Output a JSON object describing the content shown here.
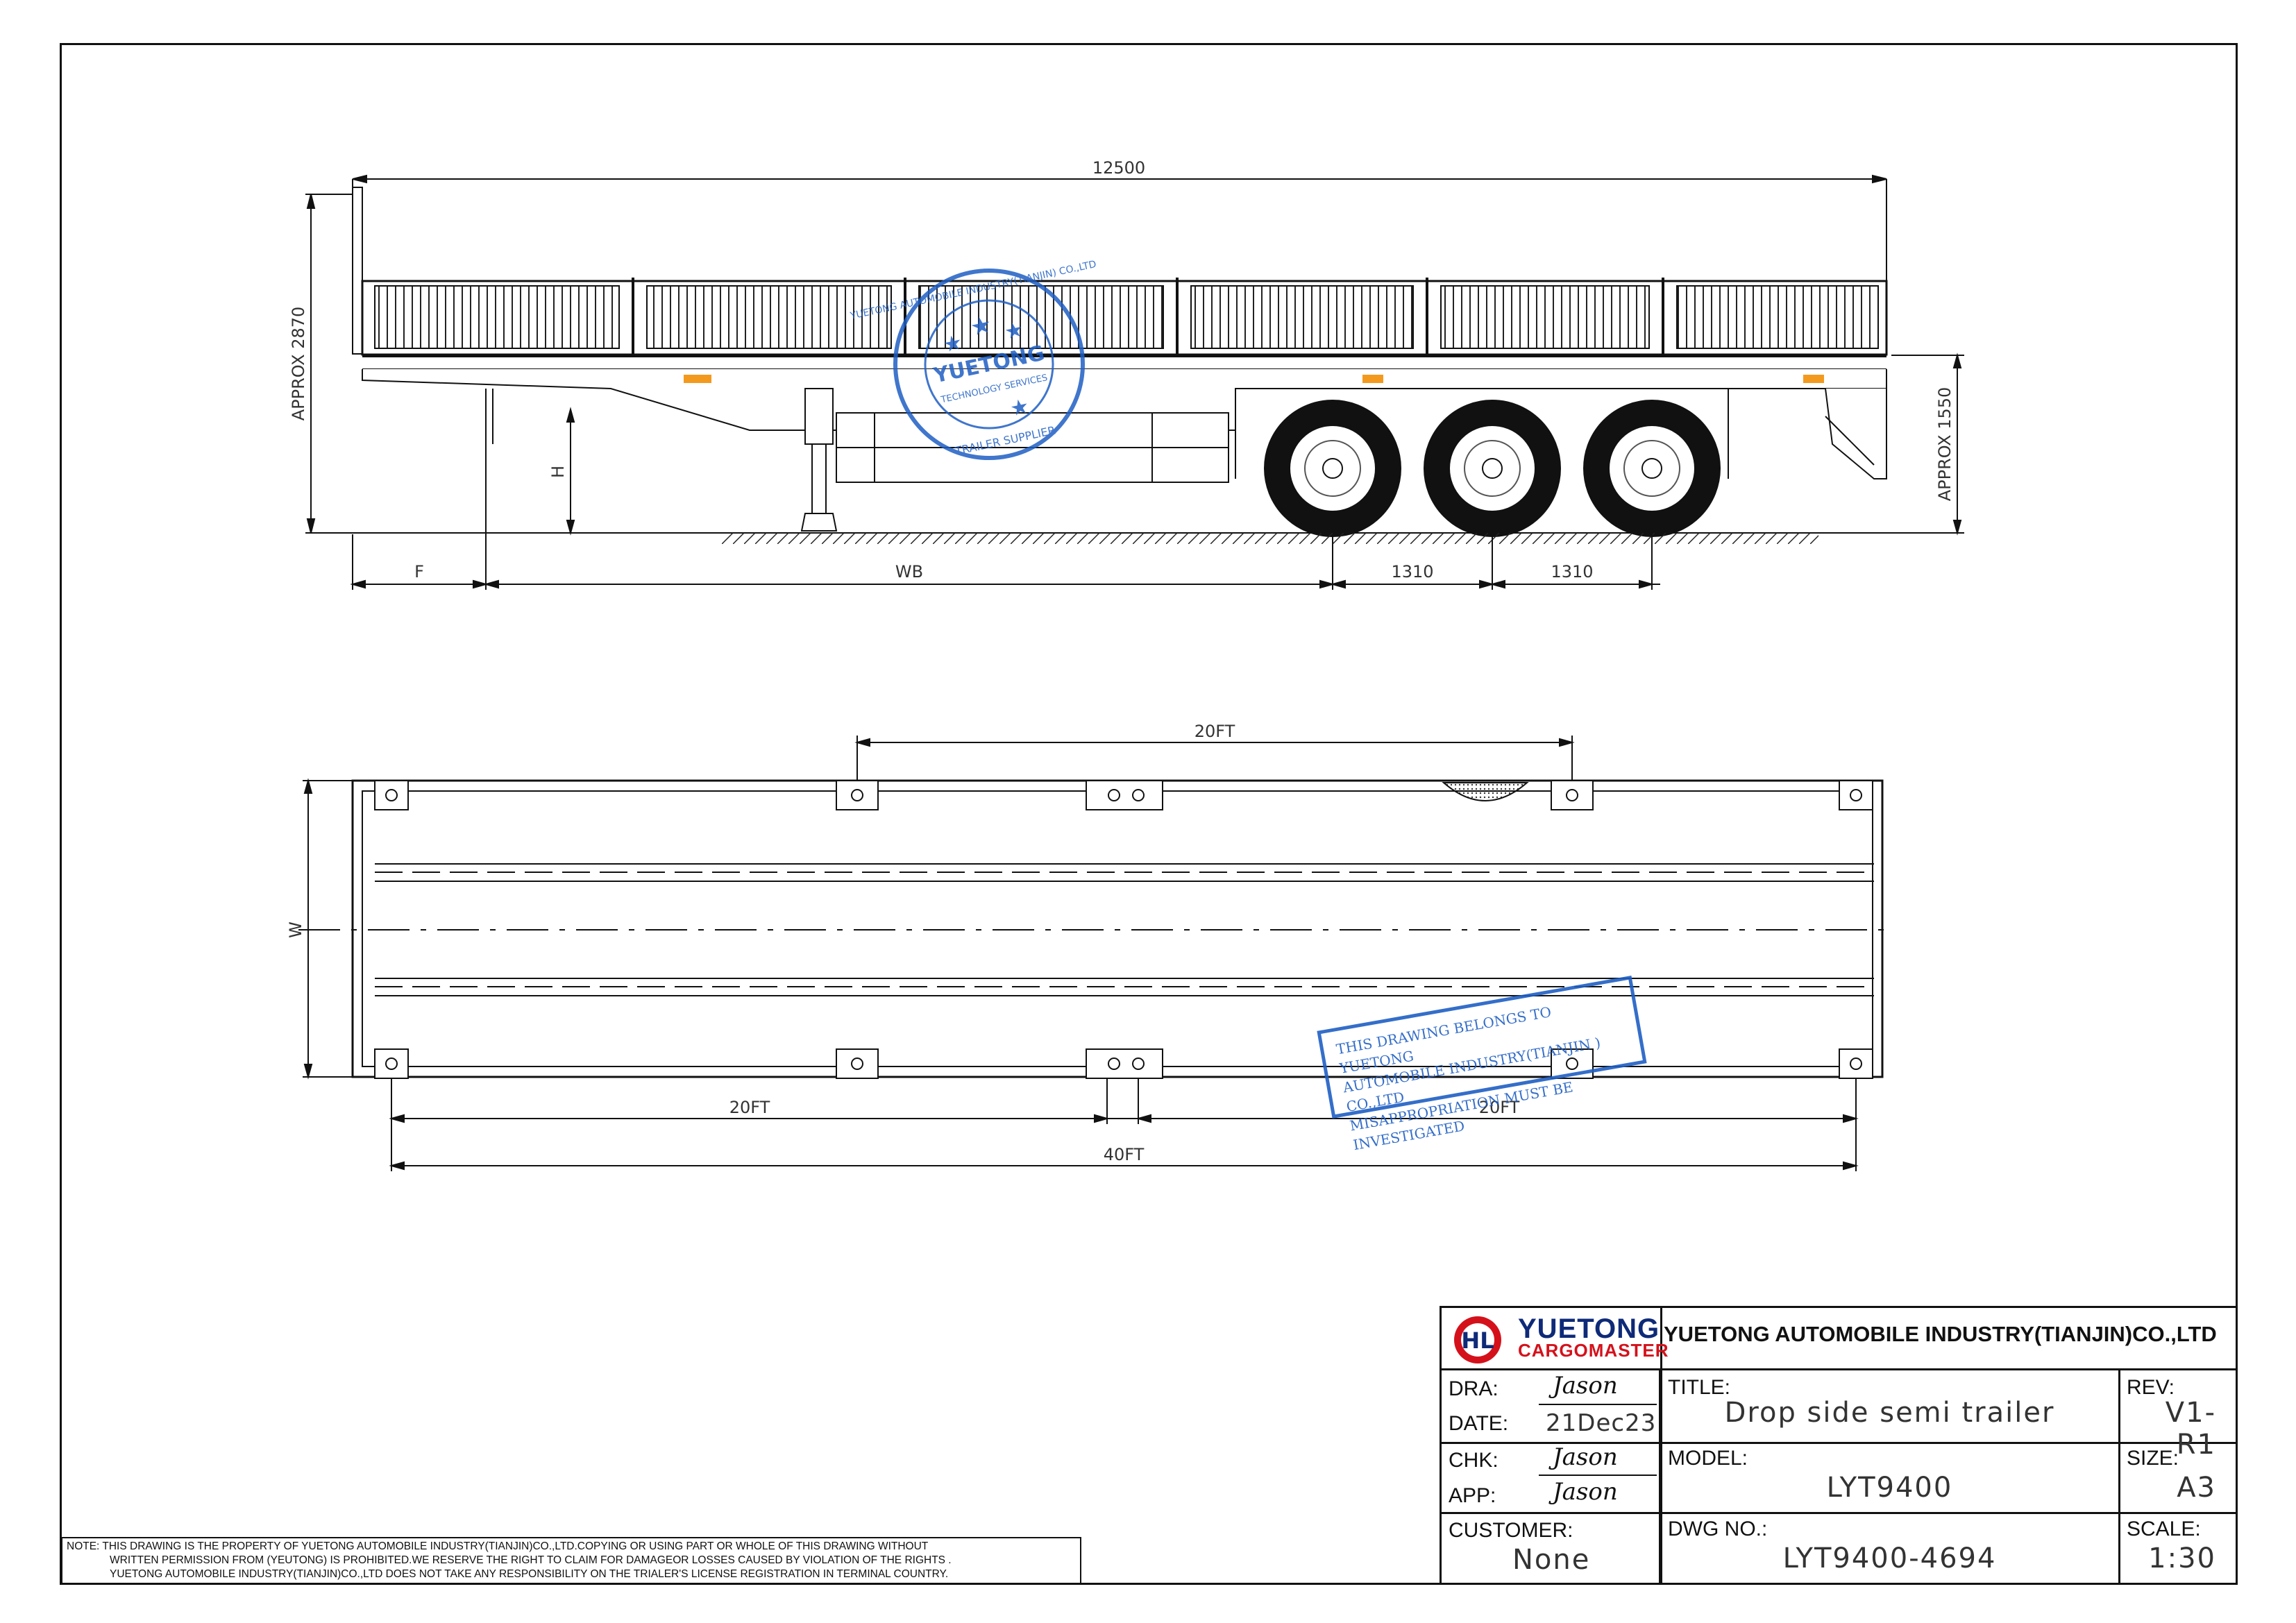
{
  "drawing": {
    "side_view": {
      "overall_length": "12500",
      "height_label": "APPROX 2870",
      "deck_height_label": "APPROX 1550",
      "kingpin_height": "H",
      "front_overhang": "F",
      "wheelbase": "WB",
      "axle_spacing_1": "1310",
      "axle_spacing_2": "1310"
    },
    "top_view": {
      "top_twistlock_span": "20FT",
      "width_label": "W",
      "bottom_left_span": "20FT",
      "bottom_right_span": "20FT",
      "overall_span": "40FT"
    },
    "stamp_round": {
      "center": "YUETONG",
      "ring_top": "YUETONG AUTOMOBILE INDUSTRY(TIANJIN) CO.,LTD",
      "ring_mid": "TECHNOLOGY SERVICES",
      "ring_bottom": "TRAILER SUPPLIER"
    },
    "stamp_rect": {
      "line1": "THIS DRAWING BELONGS TO YUETONG",
      "line2": "AUTOMOBILE INDUSTRY(TIANJIN ) CO.,LTD",
      "line3": "MISAPPROPRIATION MUST BE INVESTIGATED"
    }
  },
  "title_block": {
    "logo": {
      "top": "YUETONG",
      "bottom": "CARGOMASTER",
      "mark": "HL"
    },
    "company": "YUETONG AUTOMOBILE INDUSTRY(TIANJIN)CO.,LTD",
    "dra_label": "DRA:",
    "dra_value": "Jason",
    "date_label": "DATE:",
    "date_value": "21Dec23",
    "chk_label": "CHK:",
    "chk_value": "Jason",
    "app_label": "APP:",
    "app_value": "Jason",
    "customer_label": "CUSTOMER:",
    "customer_value": "None",
    "title_label": "TITLE:",
    "title_value": "Drop side semi trailer",
    "model_label": "MODEL:",
    "model_value": "LYT9400",
    "dwg_label": "DWG NO.:",
    "dwg_value": "LYT9400-4694",
    "rev_label": "REV:",
    "rev_value": "V1-R1",
    "size_label": "SIZE:",
    "size_value": "A3",
    "scale_label": "SCALE:",
    "scale_value": "1:30"
  },
  "note": {
    "line1": "NOTE: THIS DRAWING IS THE PROPERTY OF YUETONG AUTOMOBILE INDUSTRY(TIANJIN)CO.,LTD.COPYING OR USING PART OR WHOLE OF THIS DRAWING WITHOUT",
    "line2": "WRITTEN PERMISSION FROM (YEUTONG) IS PROHIBITED.WE RESERVE THE RIGHT TO CLAIM FOR DAMAGEOR LOSSES CAUSED BY VIOLATION OF THE RIGHTS .",
    "line3": "YUETONG AUTOMOBILE INDUSTRY(TIANJIN)CO.,LTD DOES NOT TAKE ANY RESPONSIBILITY ON THE TRIALER'S LICENSE REGISTRATION IN TERMINAL COUNTRY."
  },
  "colors": {
    "line": "#111111",
    "stamp": "#1f5fc4",
    "logo_blue": "#0e2a78",
    "logo_red": "#d4111b",
    "amber": "#f39a1e"
  }
}
